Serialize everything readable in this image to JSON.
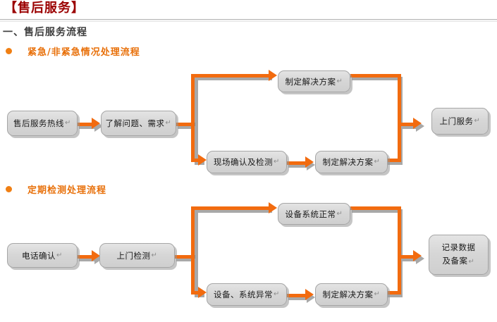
{
  "document": {
    "title": "【售后服务】",
    "title_color": "#9B0000",
    "accent_color": "#F26B0F",
    "bullet_color": "#F07F13",
    "node_fill": "#D6D6D6",
    "sections": [
      {
        "heading": "一、售后服务流程",
        "subsections": [
          {
            "bullet_label": "紧急/非紧急情况处理流程"
          },
          {
            "bullet_label": "定期检测处理流程"
          }
        ]
      }
    ]
  },
  "flow_emergency": {
    "name": "紧急/非紧急情况处理流程",
    "nodes": {
      "hotline": {
        "label": "售后服务热线",
        "mark": "↵"
      },
      "understand": {
        "label": "了解问题、需求",
        "mark": "↵"
      },
      "plan_top": {
        "label": "制定解决方案",
        "mark": "↵"
      },
      "onsite_chk": {
        "label": "现场确认及检测",
        "mark": "↵"
      },
      "plan_bot": {
        "label": "制定解决方案",
        "mark": "↵"
      },
      "service": {
        "label": "上门服务",
        "mark": "↵"
      }
    }
  },
  "flow_periodic": {
    "name": "定期检测处理流程",
    "nodes": {
      "phone": {
        "label": "电话确认",
        "mark": "↵"
      },
      "visit": {
        "label": "上门检测",
        "mark": "↵"
      },
      "normal": {
        "label": "设备系统正常",
        "mark": "↵"
      },
      "abnormal": {
        "label": "设备、系统异常",
        "mark": "↵"
      },
      "plan": {
        "label": "制定解决方案",
        "mark": "↵"
      },
      "record": {
        "line1": "记录数据",
        "line2": "及备案",
        "mark": "↵"
      }
    }
  }
}
